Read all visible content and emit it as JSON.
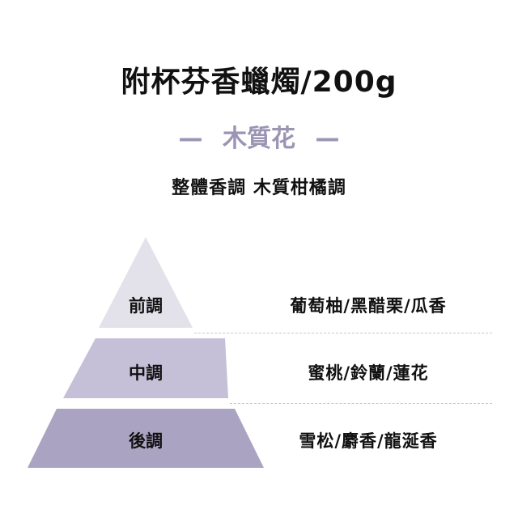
{
  "title": "附杯芬香蠟燭/200g",
  "subtitle": {
    "dash_left": "—",
    "text": "木質花",
    "dash_right": "—"
  },
  "overall": "整體香調 木質柑橘調",
  "tiers": [
    {
      "label": "前調",
      "notes": "葡萄柚/黑醋栗/瓜香",
      "color": "#e3e1ea"
    },
    {
      "label": "中調",
      "notes": "蜜桃/鈴蘭/蓮花",
      "color": "#c5bfd8"
    },
    {
      "label": "後調",
      "notes": "雪松/麝香/龍涎香",
      "color": "#aaa3c2"
    }
  ],
  "colors": {
    "subtitle": "#9b94b3",
    "text": "#111111",
    "divider": "#c9c6d2"
  }
}
